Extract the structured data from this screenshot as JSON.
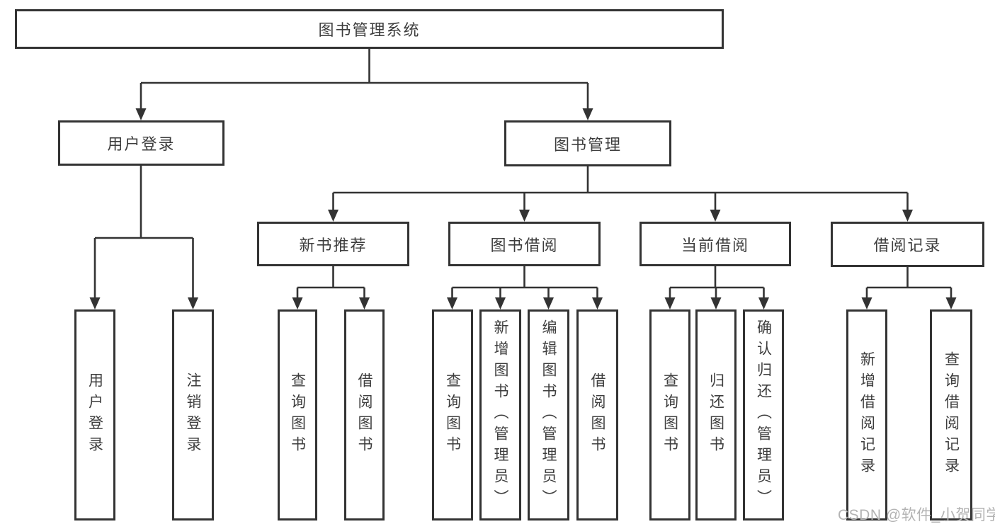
{
  "diagram": {
    "root": {
      "label": "图书管理系统"
    },
    "branches": [
      {
        "label": "用户登录",
        "children": [
          {
            "label": "用户登录"
          },
          {
            "label": "注销登录"
          }
        ]
      },
      {
        "label": "图书管理",
        "children": [
          {
            "label": "新书推荐",
            "children": [
              {
                "label": "查询图书"
              },
              {
                "label": "借阅图书"
              }
            ]
          },
          {
            "label": "图书借阅",
            "children": [
              {
                "label": "查询图书"
              },
              {
                "label": "新增图书（管理员）"
              },
              {
                "label": "编辑图书（管理员）"
              },
              {
                "label": "借阅图书"
              }
            ]
          },
          {
            "label": "当前借阅",
            "children": [
              {
                "label": "查询图书"
              },
              {
                "label": "归还图书"
              },
              {
                "label": "确认归还（管理员）"
              }
            ]
          },
          {
            "label": "借阅记录",
            "children": [
              {
                "label": "新增借阅记录"
              },
              {
                "label": "查询借阅记录"
              }
            ]
          }
        ]
      }
    ]
  },
  "watermark": {
    "text": "CSDN @软件_小贺同学"
  },
  "colors": {
    "line": "#333333",
    "text": "#3d3d3d",
    "watermark": "#b3b3b3",
    "background": "#ffffff"
  }
}
